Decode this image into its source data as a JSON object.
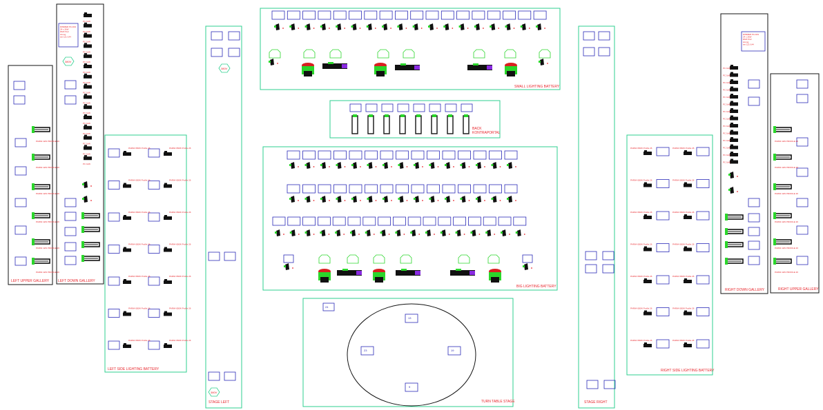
{
  "sections": {
    "left_upper_gallery": "LEFT UPPER GALLERY",
    "left_down_gallery": "LEFT DOWN GALLERY",
    "left_side_battery": "LEFT SIDE LIGHTING BATTERY",
    "stage_left": "STAGE LEFT",
    "small_battery": "SMALL LIGHTING BATTERY",
    "back_kontraportal": "BACK\nKONTRAPORTAL",
    "big_battery": "BIG LIGHTING BATTERY",
    "turn_table_stage": "TURN TABLE STAGE",
    "stage_right": "STAGE RIGHT",
    "right_side_battery": "RIGHT SIDE LIGHTING BATTERY",
    "right_down_gallery": "RIGHT DOWN GALLERY",
    "right_upper_gallery": "RIGHT UPPER GALLERY"
  },
  "power_badges": [
    "380V",
    "380V",
    "380V"
  ],
  "device_labels": {
    "fresnel": "PC 1kW",
    "profile": "PAR64 1kW PROFILE 26",
    "profile_small": "PAR64 650W Profile 26"
  },
  "dimmer_note": "DIMMER PLUGS\n24 x 2kW\nDMX 512\nstrong\nset 121-144",
  "turn_table_numbers": [
    "13",
    "23",
    "19",
    "24",
    "9"
  ],
  "colors": {
    "outline": "#2ecf8f",
    "box": "#2a2ab8",
    "text": "#e8262c",
    "device": "#111111",
    "accent": "#2bd62b",
    "ellipse": "#111111"
  }
}
